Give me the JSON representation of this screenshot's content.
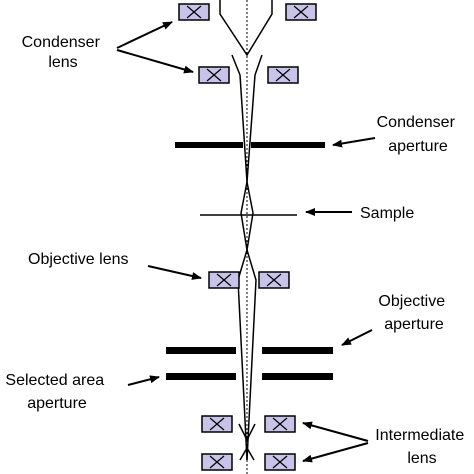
{
  "labels": {
    "condenser_lens": [
      "Condenser",
      "lens"
    ],
    "condenser_aperture": [
      "Condenser",
      "aperture"
    ],
    "sample": "Sample",
    "objective_lens": "Objective lens",
    "objective_aperture": [
      "Objective",
      "aperture"
    ],
    "selected_area_aperture": [
      "Selected area",
      "aperture"
    ],
    "intermediate_lens": [
      "Intermediate",
      "lens"
    ]
  },
  "colors": {
    "lens_fill": "#c8c3e8",
    "line": "#000000",
    "background": "#ffffff"
  },
  "icons": {
    "lens": "lens-box-with-x-icon"
  }
}
